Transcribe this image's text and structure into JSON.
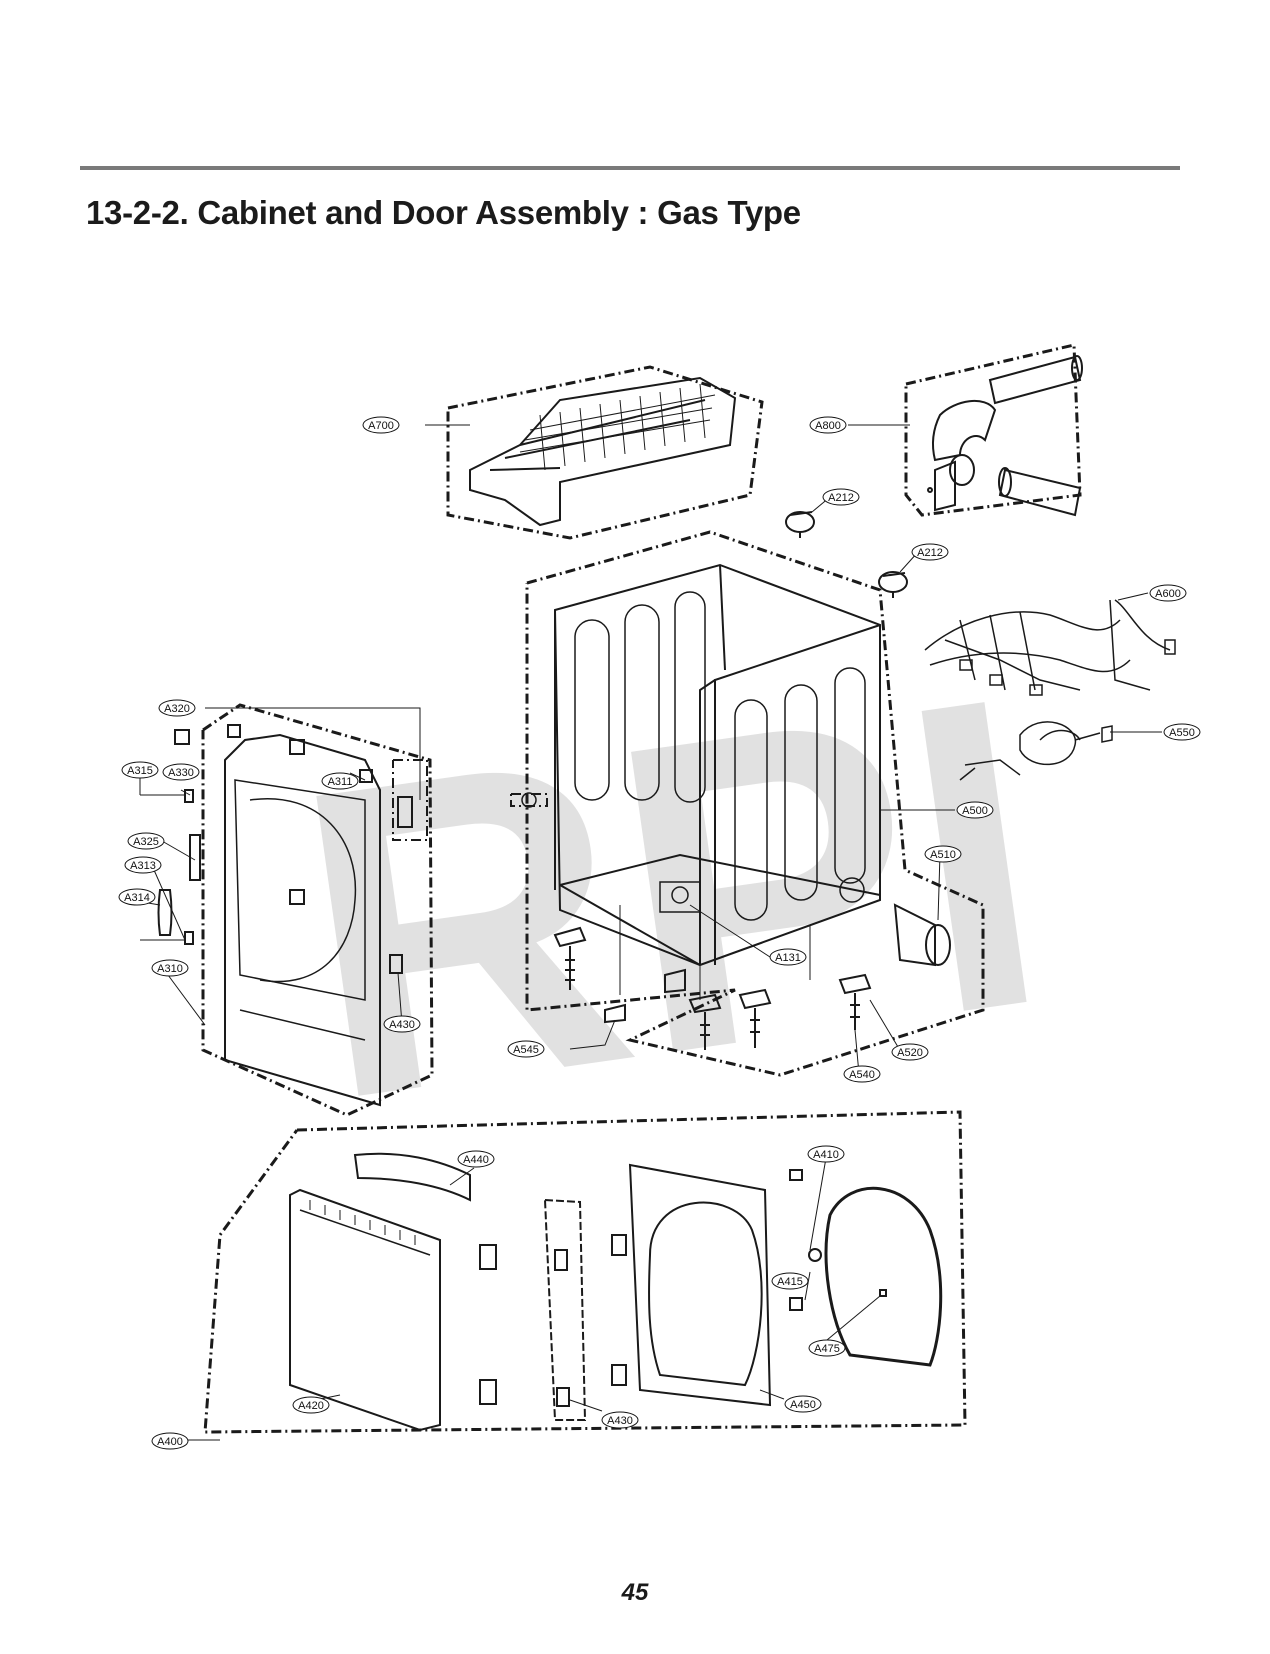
{
  "page": {
    "title": "13-2-2. Cabinet and Door Assembly : Gas Type",
    "page_number": "45",
    "watermark": "RPI"
  },
  "callouts": {
    "A700": "A700",
    "A800": "A800",
    "A212a": "A212",
    "A212b": "A212",
    "A600": "A600",
    "A550": "A550",
    "A500": "A500",
    "A510": "A510",
    "A131": "A131",
    "A545": "A545",
    "A540": "A540",
    "A520": "A520",
    "A320": "A320",
    "A315": "A315",
    "A330": "A330",
    "A311": "A311",
    "A325": "A325",
    "A313": "A313",
    "A314": "A314",
    "A310": "A310",
    "A430a": "A430",
    "A440": "A440",
    "A410": "A410",
    "A415": "A415",
    "A475": "A475",
    "A420": "A420",
    "A430b": "A430",
    "A450": "A450",
    "A400": "A400"
  },
  "colors": {
    "line": "#1a1a1a",
    "rule": "#7a7a7a",
    "watermark": "#c9c9c9"
  }
}
